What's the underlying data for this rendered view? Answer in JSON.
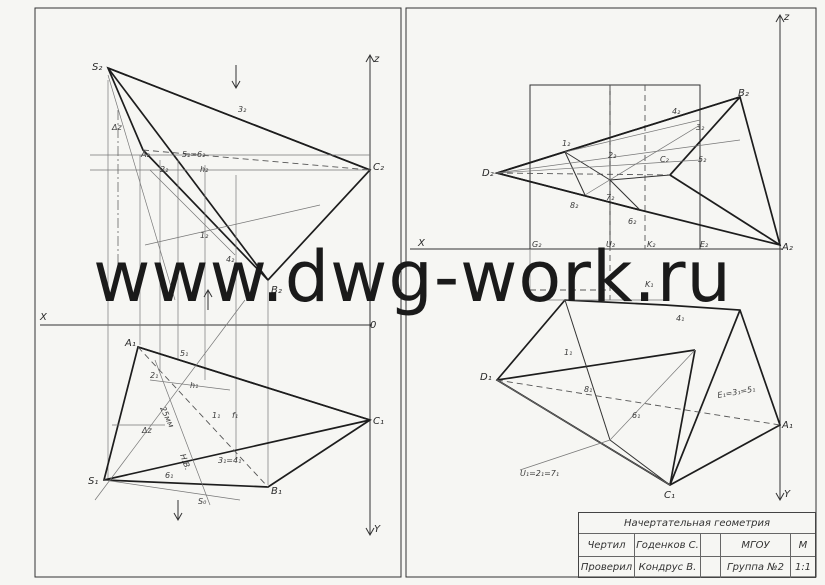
{
  "projection_labels": {
    "front": [
      "S₂",
      "A₂",
      "5₂=6₂",
      "h₂",
      "2₂",
      "3₂",
      "C₂",
      "1₂",
      "4₂",
      "B₂",
      "Δz"
    ],
    "top": [
      "A₁",
      "5₁",
      "2₁",
      "h₁",
      "1₁",
      "f₁",
      "C₁",
      "Δz",
      "3₁=4₁",
      "S₁",
      "6₁",
      "B₁",
      "S₀",
      "25мм",
      "Н.В."
    ],
    "axes_left": [
      "z",
      "X",
      "0",
      "Y"
    ],
    "right_front": [
      "4₂",
      "B₂",
      "1₂",
      "3₂",
      "D₂",
      "2₂",
      "C₂",
      "5₂",
      "7₂",
      "8₂",
      "6₂",
      "A₂",
      "G₂",
      "U₂",
      "K₂",
      "E₂"
    ],
    "right_top": [
      "K₁",
      "4₁",
      "D₁",
      "1₁",
      "8₁",
      "6₁",
      "E₁=3₁=5₁",
      "A₁",
      "U₁=2₁=7₁",
      "C₁"
    ],
    "axes_right": [
      "z",
      "X",
      "Y"
    ]
  },
  "watermark": "www.dwg-work.ru",
  "title_block": {
    "title": "Начертательная геометрия",
    "drawn_label": "Чертил",
    "drawn_name": "Годенков С.",
    "org": "МГОУ",
    "scale_label": "М",
    "checked_label": "Проверил",
    "checked_name": "Кондрус В.",
    "group": "Группа №2",
    "scale": "1:1"
  }
}
